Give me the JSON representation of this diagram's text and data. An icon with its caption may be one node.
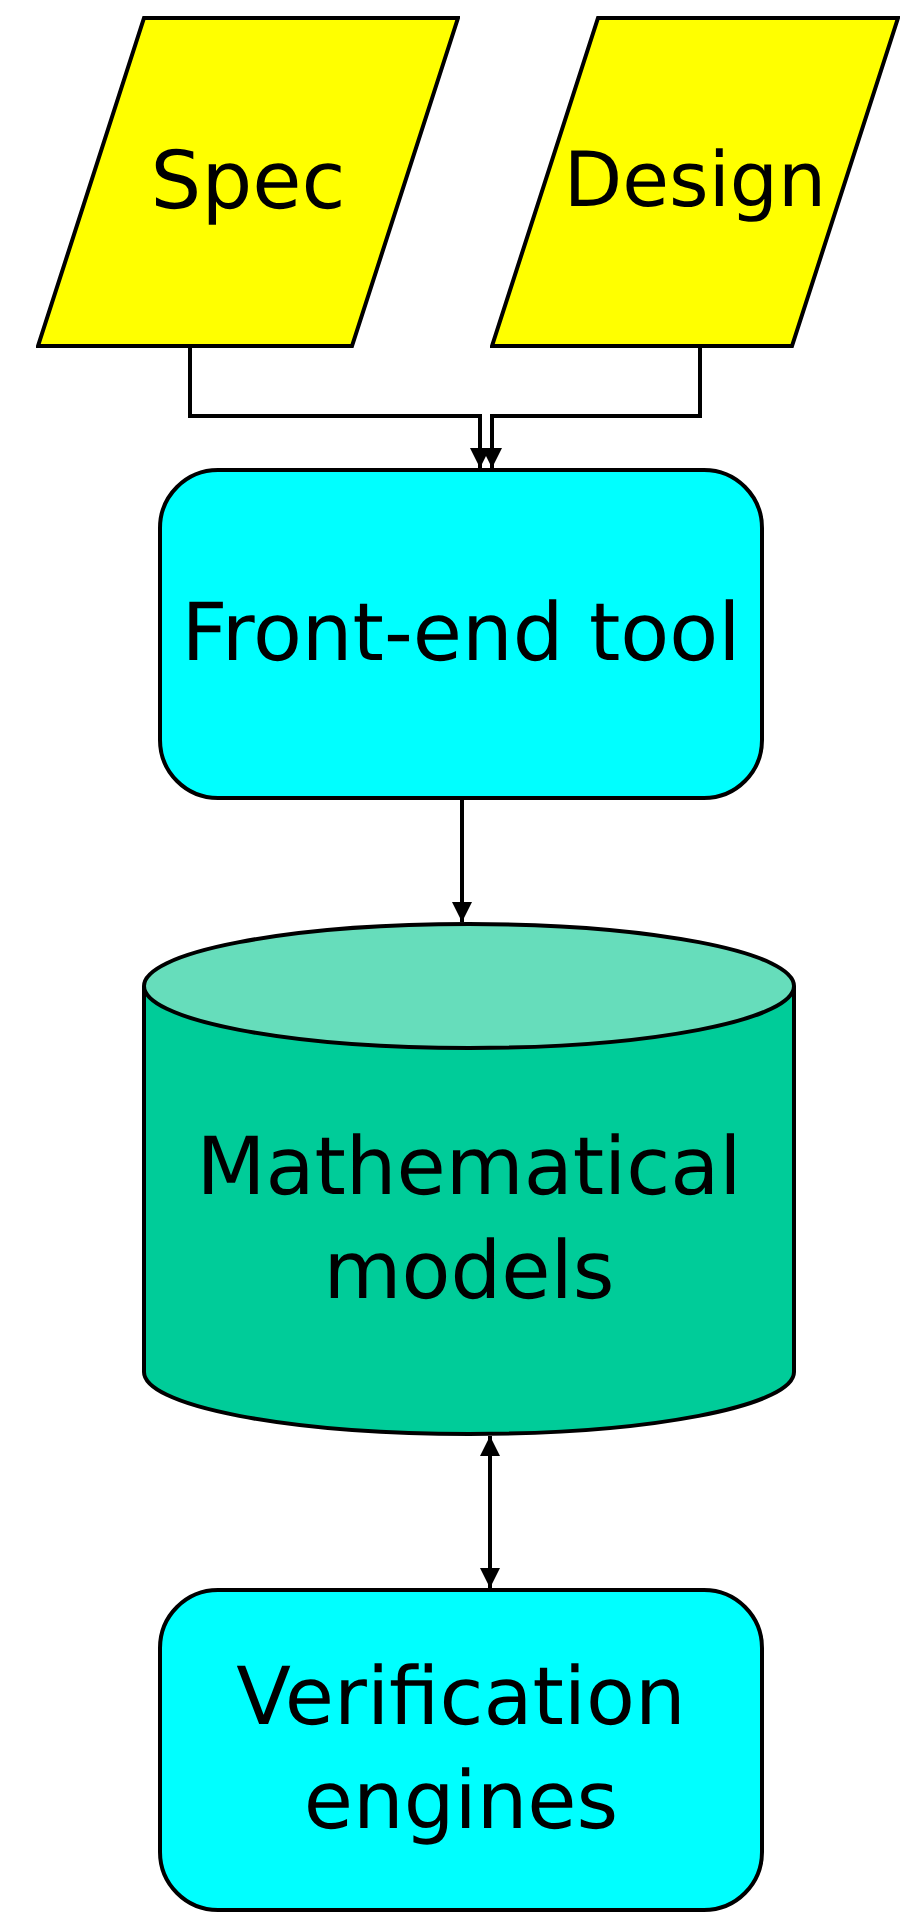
{
  "diagram": {
    "nodes": [
      {
        "text": [
          "Spec"
        ]
      },
      {
        "text": [
          "Design"
        ]
      },
      {
        "text": [
          "Front-end tool"
        ]
      },
      {
        "text": [
          "Mathematical models"
        ]
      },
      {
        "text": [
          "Verification engines"
        ]
      }
    ],
    "edges": [
      {
        "from": 0,
        "to": 2,
        "arrow": "to"
      },
      {
        "from": 1,
        "to": 2,
        "arrow": "to"
      },
      {
        "from": 2,
        "to": 3,
        "arrow": "to"
      },
      {
        "from": 3,
        "to": 4,
        "arrow": "both"
      }
    ]
  }
}
